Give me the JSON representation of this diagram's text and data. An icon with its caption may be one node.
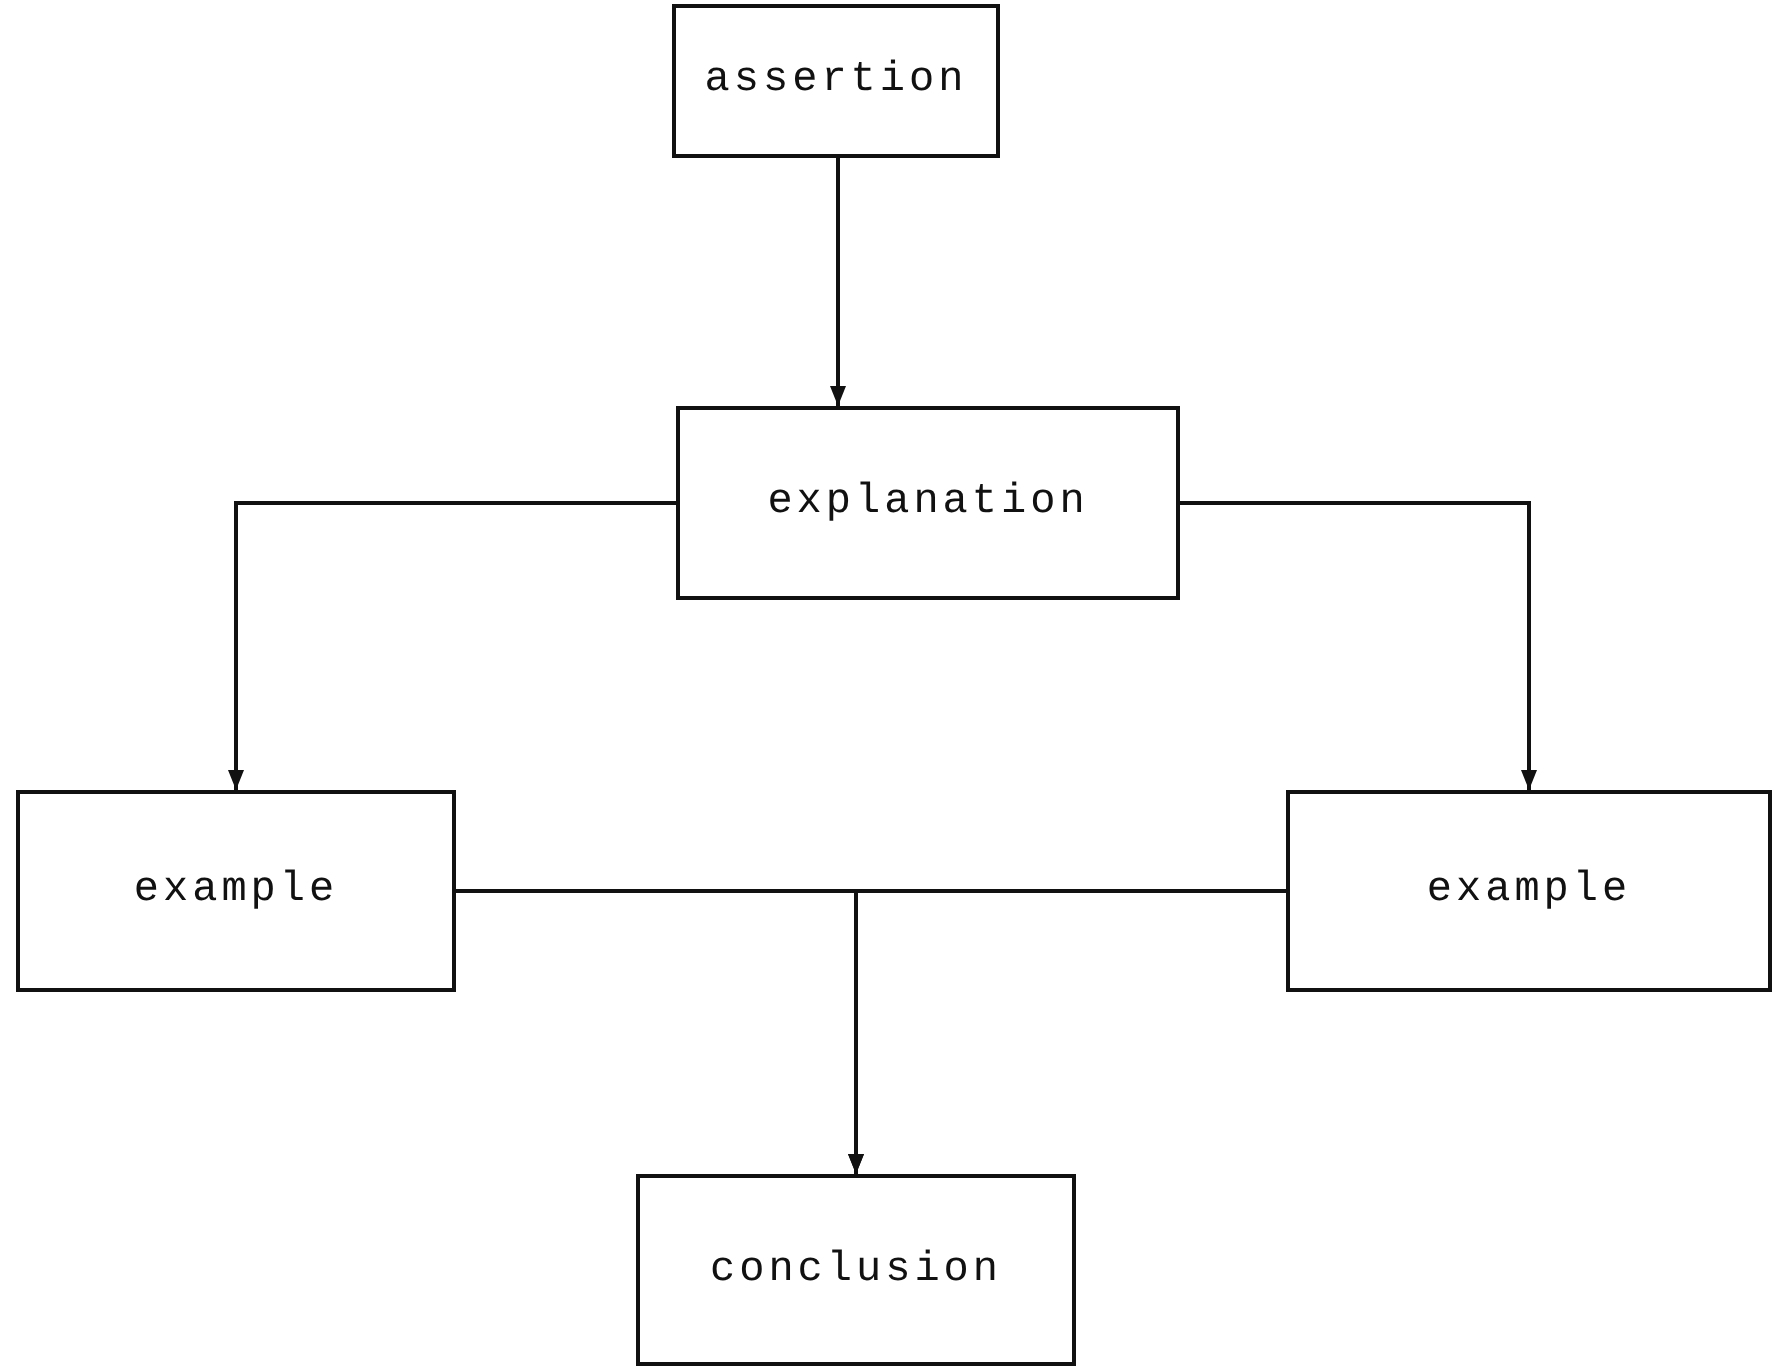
{
  "diagram": {
    "nodes": [
      {
        "text": [
          "assertion"
        ]
      },
      {
        "text": [
          "explanation"
        ]
      },
      {
        "text": [
          "example"
        ]
      },
      {
        "text": [
          "example"
        ]
      },
      {
        "text": [
          "conclusion"
        ]
      }
    ],
    "edges": [
      {
        "from": 0,
        "to": 1,
        "arrow": "to"
      },
      {
        "from": 1,
        "to": 2,
        "arrow": "to"
      },
      {
        "from": 1,
        "to": 3,
        "arrow": "to"
      },
      {
        "from": 2,
        "to": 4,
        "arrow": "to"
      },
      {
        "from": 3,
        "to": 4,
        "arrow": "to"
      }
    ]
  }
}
